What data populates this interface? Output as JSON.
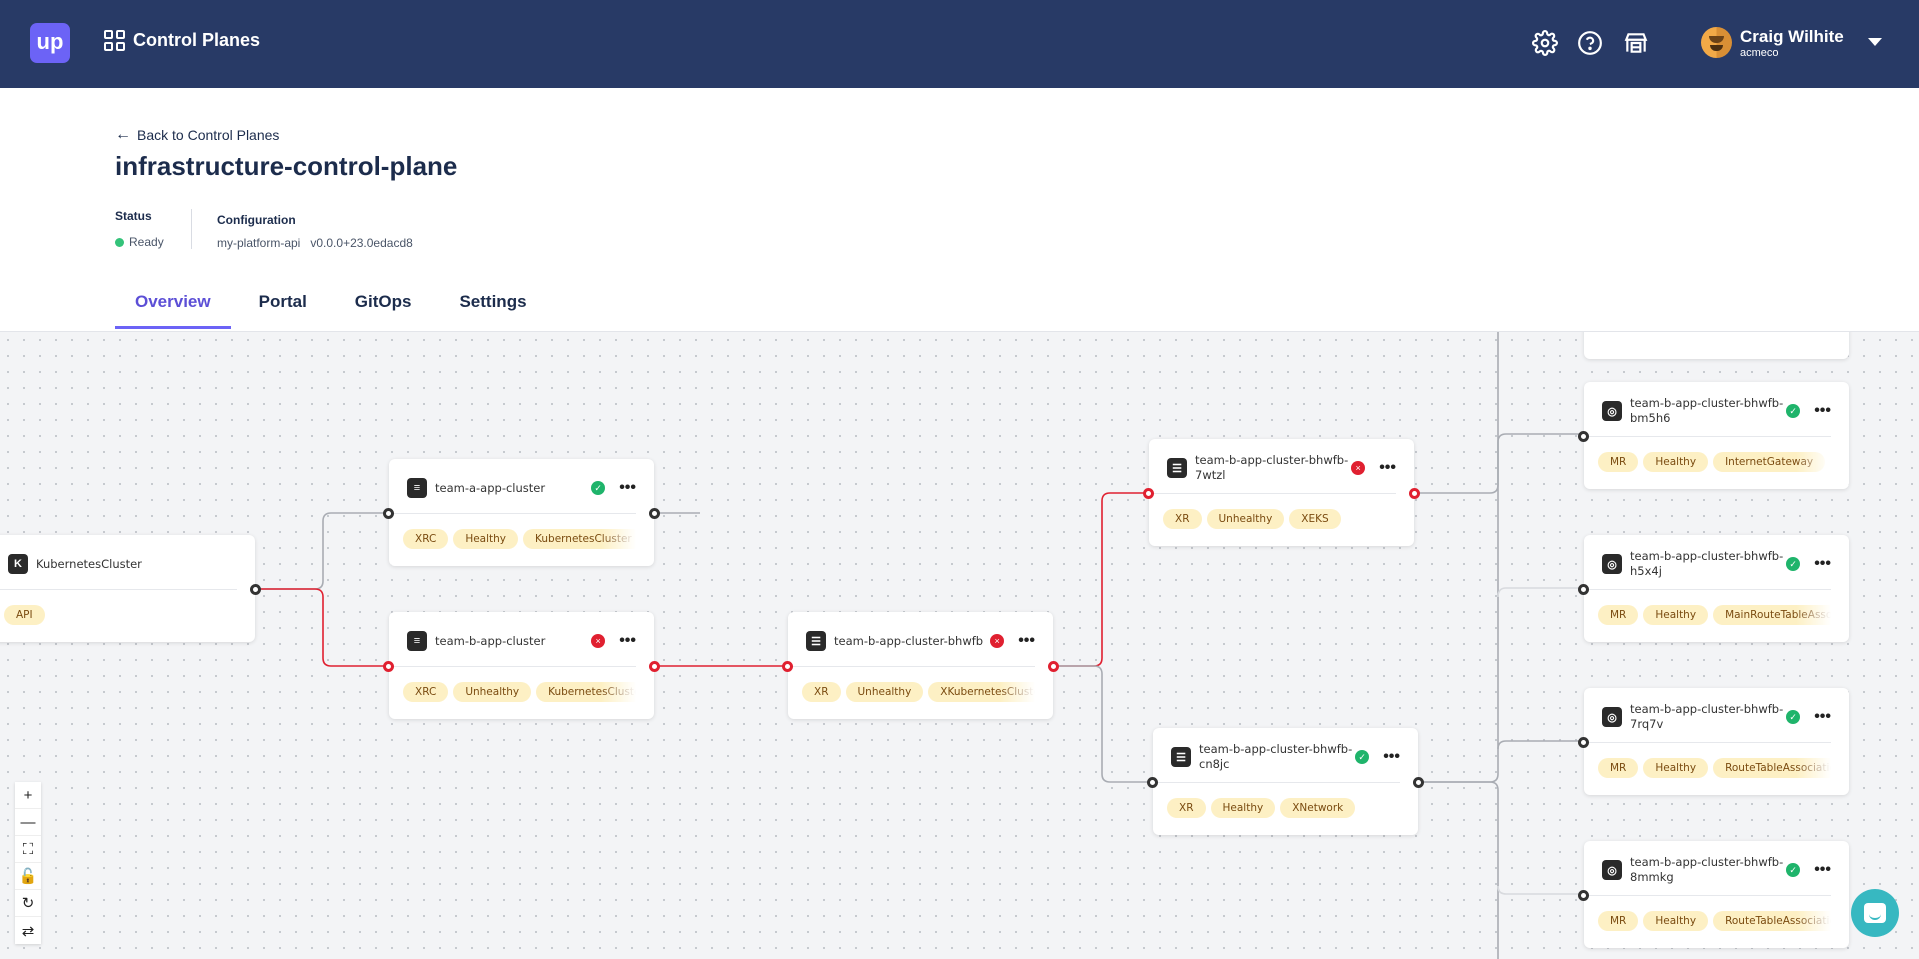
{
  "topbar": {
    "logo_text": "up",
    "section_label": "Control Planes",
    "icons": [
      "gear-icon",
      "help-icon",
      "marketplace-icon"
    ],
    "user": {
      "name": "Craig Wilhite",
      "org": "acmeco"
    }
  },
  "page": {
    "back_label": "Back to Control Planes",
    "title": "infrastructure-control-plane",
    "status_label": "Status",
    "status_value": "Ready",
    "status_color": "#34c37a",
    "config_label": "Configuration",
    "config_name": "my-platform-api",
    "config_version": "v0.0.0+23.0edacd8"
  },
  "tabs": [
    {
      "label": "Overview",
      "active": true
    },
    {
      "label": "Portal"
    },
    {
      "label": "GitOps"
    },
    {
      "label": "Settings"
    }
  ],
  "colors": {
    "healthy": "#1fb46b",
    "unhealthy": "#e02030",
    "accent": "#6c63f6",
    "header": "#283a66"
  },
  "graph": {
    "nodes": [
      {
        "title": "KubernetesCluster",
        "icon": "k-icon",
        "status": null,
        "tags": [
          "API"
        ]
      },
      {
        "title": "team-a-app-cluster",
        "icon": "layers-icon",
        "status": "healthy",
        "tags": [
          "XRC",
          "Healthy",
          "KubernetesCluster"
        ]
      },
      {
        "title": "team-b-app-cluster",
        "icon": "layers-icon",
        "status": "unhealthy",
        "tags": [
          "XRC",
          "Unhealthy",
          "KubernetesCluster"
        ]
      },
      {
        "title": "team-b-app-cluster-bhwfb",
        "icon": "list-icon",
        "status": "unhealthy",
        "tags": [
          "XR",
          "Unhealthy",
          "XKubernetesCluster"
        ]
      },
      {
        "title": "team-b-app-cluster-bhwfb-7wtzl",
        "icon": "list-icon",
        "status": "unhealthy",
        "tags": [
          "XR",
          "Unhealthy",
          "XEKS"
        ]
      },
      {
        "title": "team-b-app-cluster-bhwfb-cn8jc",
        "icon": "list-icon",
        "status": "healthy",
        "tags": [
          "XR",
          "Healthy",
          "XNetwork"
        ]
      },
      {
        "title": "team-b-app-cluster-bhwfb-bm5h6",
        "icon": "target-icon",
        "status": "healthy",
        "tags": [
          "MR",
          "Healthy",
          "InternetGateway"
        ]
      },
      {
        "title": "team-b-app-cluster-bhwfb-h5x4j",
        "icon": "target-icon",
        "status": "healthy",
        "tags": [
          "MR",
          "Healthy",
          "MainRouteTableAssociation"
        ]
      },
      {
        "title": "team-b-app-cluster-bhwfb-7rq7v",
        "icon": "target-icon",
        "status": "healthy",
        "tags": [
          "MR",
          "Healthy",
          "RouteTableAssociation"
        ]
      },
      {
        "title": "team-b-app-cluster-bhwfb-8mmkg",
        "icon": "target-icon",
        "status": "healthy",
        "tags": [
          "MR",
          "Healthy",
          "RouteTableAssociation"
        ]
      }
    ]
  },
  "canvas_controls": [
    "zoom-in",
    "zoom-out",
    "fit-view",
    "lock",
    "rotate",
    "refresh"
  ]
}
